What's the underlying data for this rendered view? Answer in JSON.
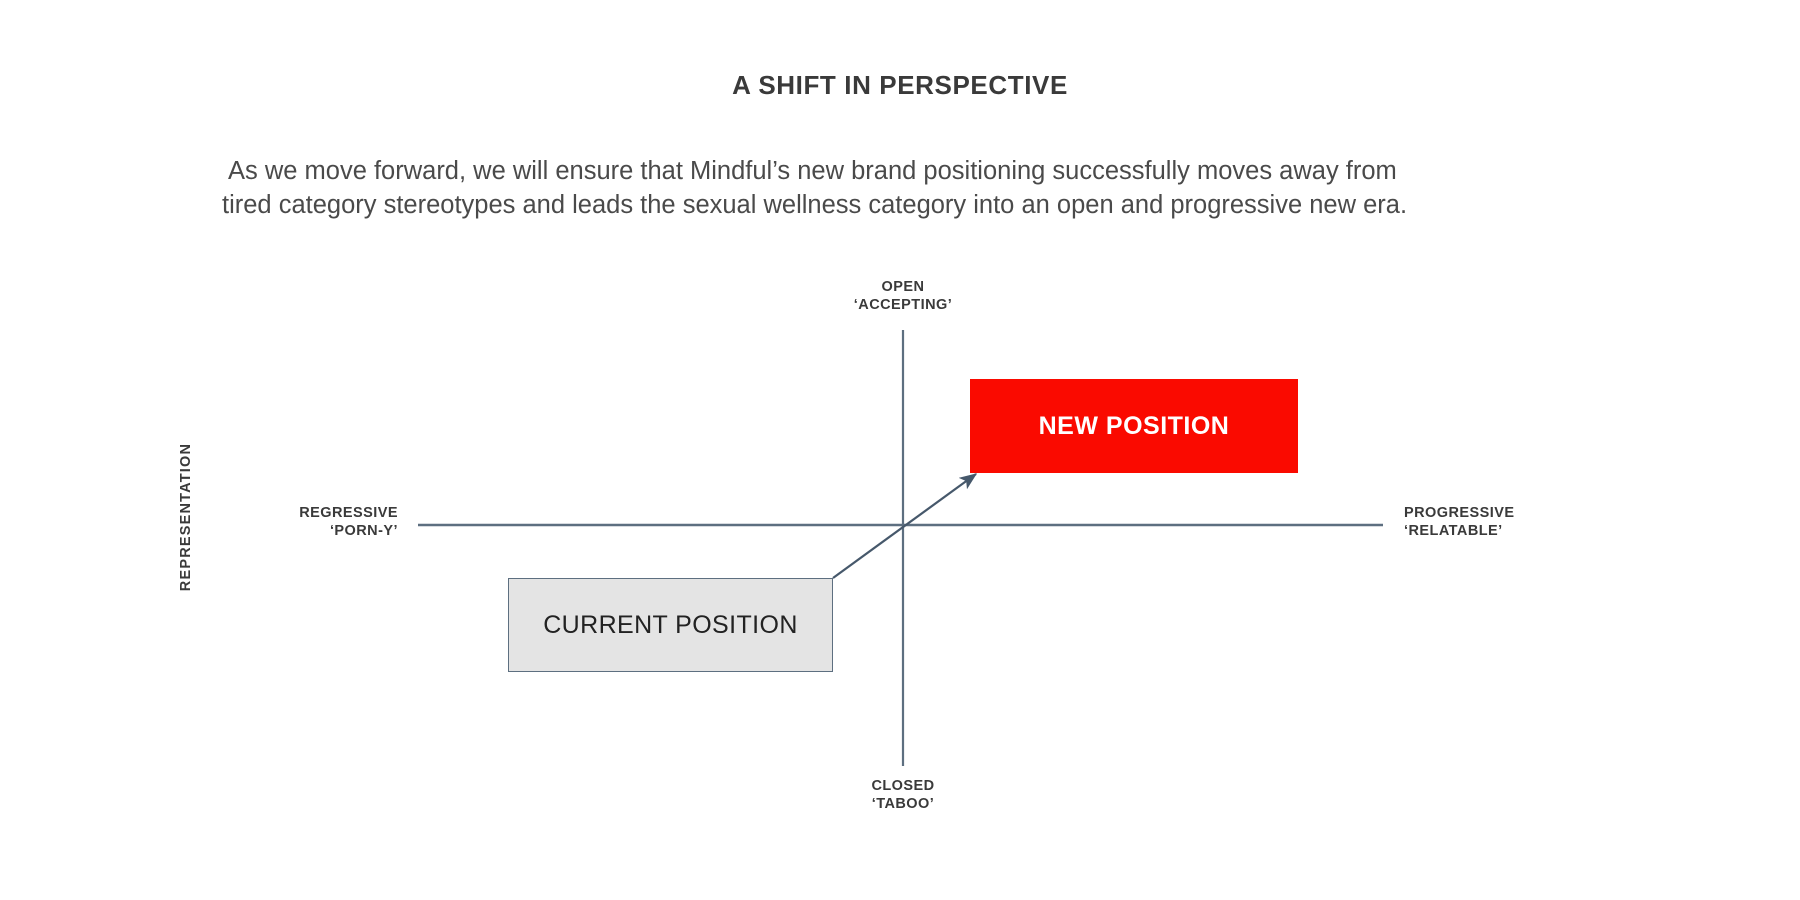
{
  "slide": {
    "title": "A SHIFT IN PERSPECTIVE",
    "body_line_1": "As we move forward, we will ensure that Mindful’s new brand positioning successfully moves away from",
    "body_line_2": "tired category stereotypes and leads the sexual wellness category into an open and progressive new era."
  },
  "colors": {
    "background": "#ffffff",
    "title_text": "#3a3a3a",
    "body_text": "#4a4a4a",
    "axis_line": "#5d6f80",
    "new_position_fill": "#FA0A00",
    "new_position_text": "#ffffff",
    "current_position_fill": "#E4E4E4",
    "current_position_border": "#5d6f80",
    "current_position_text": "#222222",
    "arrow": "#46586b"
  },
  "chart_data": {
    "type": "scatter",
    "title": "A SHIFT IN PERSPECTIVE",
    "subtitle": "",
    "xlabel": "",
    "ylabel": "REPRESENTATION",
    "xlim": [
      -1,
      1
    ],
    "ylim": [
      -1,
      1
    ],
    "grid": false,
    "legend": "none",
    "axes": {
      "vertical_axis_label": "REPRESENTATION",
      "top": {
        "line1": "OPEN",
        "line2": "‘ACCEPTING’"
      },
      "bottom": {
        "line1": "CLOSED",
        "line2": "‘TABOO’"
      },
      "left": {
        "line1": "REGRESSIVE",
        "line2": "‘PORN-Y’"
      },
      "right": {
        "line1": "PROGRESSIVE",
        "line2": "‘RELATABLE’"
      }
    },
    "items": [
      {
        "label": "CURRENT POSITION",
        "quadrant": "regressive-closed",
        "x": -0.33,
        "y": -0.32,
        "style": "grey-box"
      },
      {
        "label": "NEW POSITION",
        "quadrant": "progressive-open",
        "x": 0.47,
        "y": 0.44,
        "style": "red-box"
      }
    ],
    "annotations": [
      {
        "type": "arrow",
        "from": "CURRENT POSITION",
        "to": "NEW POSITION",
        "description": "diagonal arrow through origin from lower-left quadrant to upper-right quadrant"
      }
    ]
  }
}
